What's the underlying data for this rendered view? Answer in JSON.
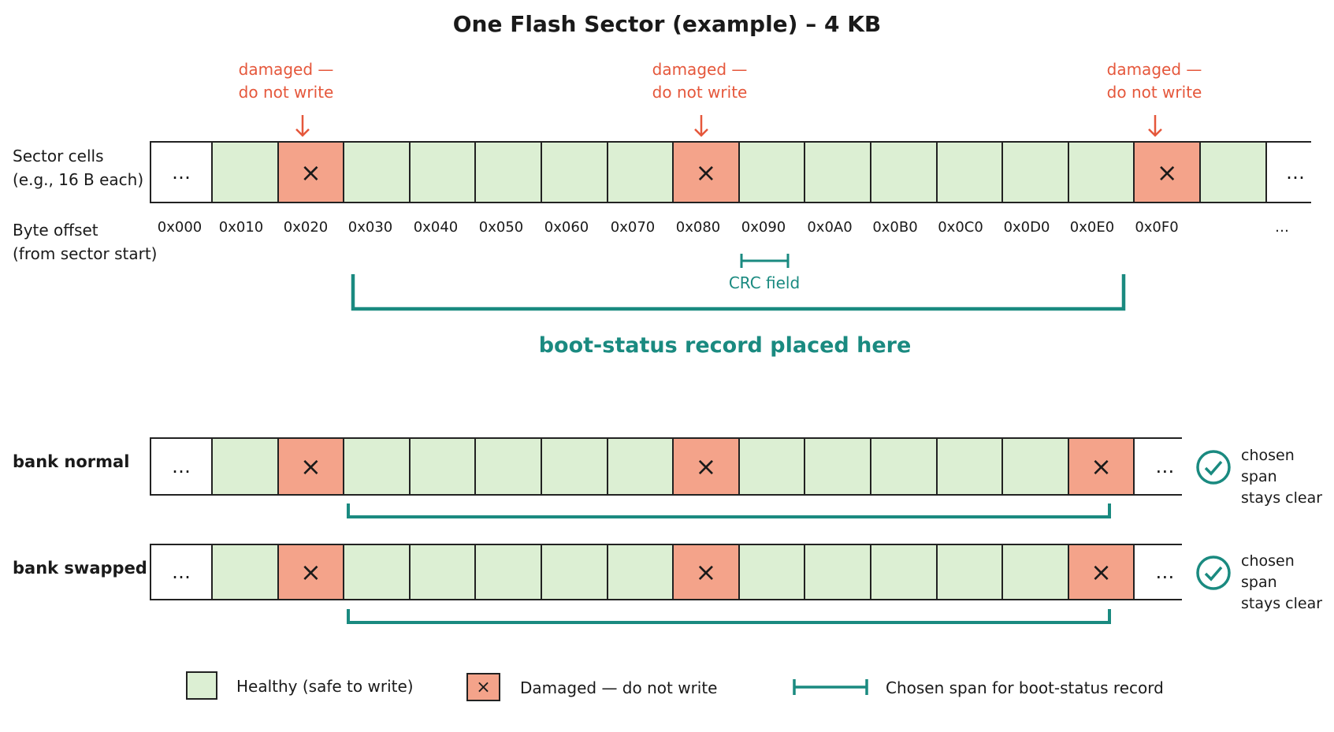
{
  "title": "One Flash Sector (example) – 4 KB",
  "labels": {
    "sector_cells": "Sector cells\n(e.g., 16 B each)",
    "byte_offset": "Byte offset\n(from sector start)",
    "damaged_annotation": "damaged —\ndo not write",
    "crc_field": "CRC field",
    "record_placed": "boot-status record placed here",
    "bank_normal": "bank normal",
    "bank_swapped": "bank swapped",
    "chosen_span_clear": "chosen span\nstays clear",
    "ellipsis": "…"
  },
  "sector_cells": [
    "ellipsis",
    "healthy",
    "damaged",
    "healthy",
    "healthy",
    "healthy",
    "healthy",
    "healthy",
    "damaged",
    "healthy",
    "healthy",
    "healthy",
    "healthy",
    "healthy",
    "healthy",
    "damaged",
    "healthy",
    "ellipsis"
  ],
  "offsets": [
    "0x000",
    "0x010",
    "0x020",
    "0x030",
    "0x040",
    "0x050",
    "0x060",
    "0x070",
    "0x080",
    "0x090",
    "0x0A0",
    "0x0B0",
    "0x0C0",
    "0x0D0",
    "0x0E0",
    "0x0F0",
    "…"
  ],
  "bank_normal_cells": [
    "ellipsis",
    "healthy",
    "damaged",
    "healthy",
    "healthy",
    "healthy",
    "healthy",
    "healthy",
    "damaged",
    "healthy",
    "healthy",
    "healthy",
    "healthy",
    "healthy",
    "damaged",
    "ellipsis"
  ],
  "bank_swapped_cells": [
    "ellipsis",
    "healthy",
    "damaged",
    "healthy",
    "healthy",
    "healthy",
    "healthy",
    "healthy",
    "damaged",
    "healthy",
    "healthy",
    "healthy",
    "healthy",
    "healthy",
    "damaged",
    "ellipsis"
  ],
  "legend": {
    "healthy": "Healthy (safe to write)",
    "damaged": "Damaged — do not write",
    "span": "Chosen span for boot-status record"
  },
  "colors": {
    "healthy": "#dcefd3",
    "damaged": "#f4a38a",
    "damaged_text": "#e5573b",
    "teal": "#1a8a80"
  },
  "icons": {
    "damaged_mark": "×",
    "check": "check-circle-icon",
    "arrow": "arrow-down-icon"
  }
}
